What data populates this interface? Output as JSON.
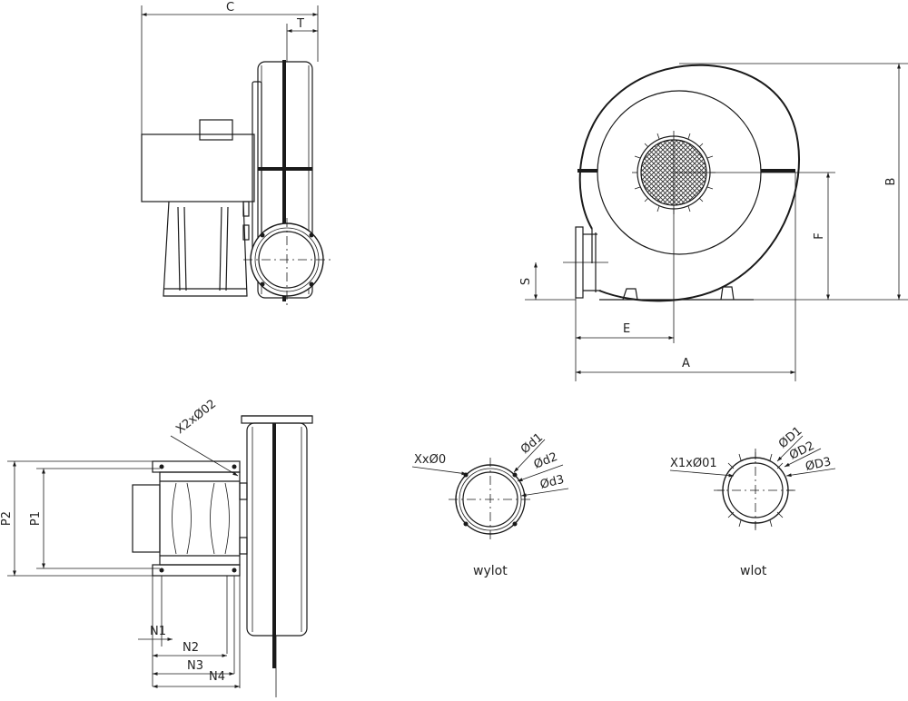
{
  "dimension_labels": {
    "C": "C",
    "T": "T",
    "A": "A",
    "B": "B",
    "E": "E",
    "F": "F",
    "S": "S",
    "P1": "P1",
    "P2": "P2",
    "N1": "N1",
    "N2": "N2",
    "N3": "N3",
    "N4": "N4"
  },
  "callouts": {
    "x2_o2": "X2xØ02",
    "xx_o0": "XxØ0",
    "od1": "Ød1",
    "od2": "Ød2",
    "od3": "Ød3",
    "x1_o01": "X1xØ01",
    "oD1": "ØD1",
    "oD2": "ØD2",
    "oD3": "ØD3"
  },
  "captions": {
    "outlet": "wylot",
    "inlet": "wlot"
  }
}
